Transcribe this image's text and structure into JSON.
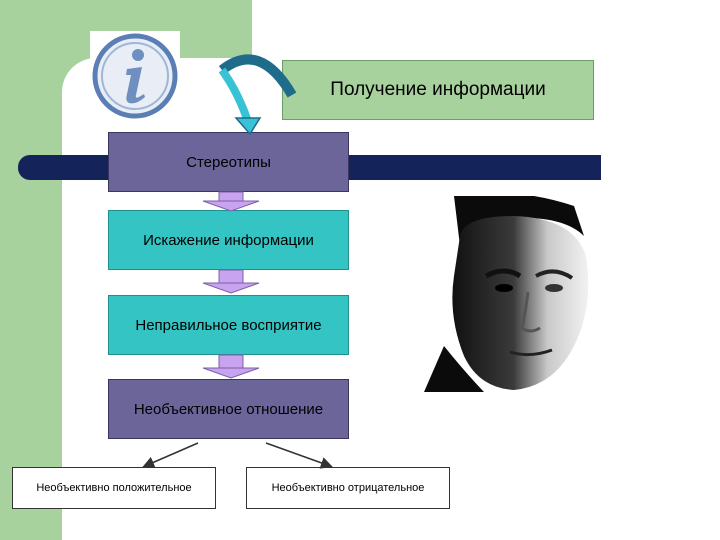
{
  "title": "Получение информации",
  "flow": [
    "Стереотипы",
    "Искажение информации",
    "Неправильное восприятие",
    "Необъективное отношение"
  ],
  "branches": {
    "left": "Необъективно положительное",
    "right": "Необъективно отрицательное"
  },
  "icons": {
    "info": "info-icon",
    "portrait": "face-portrait"
  },
  "colors": {
    "green": "#a7d19d",
    "navy_bar": "#14235a",
    "dark_box": "#6b659a",
    "teal_box": "#35c4c4",
    "connector": "#c7a3f0"
  }
}
